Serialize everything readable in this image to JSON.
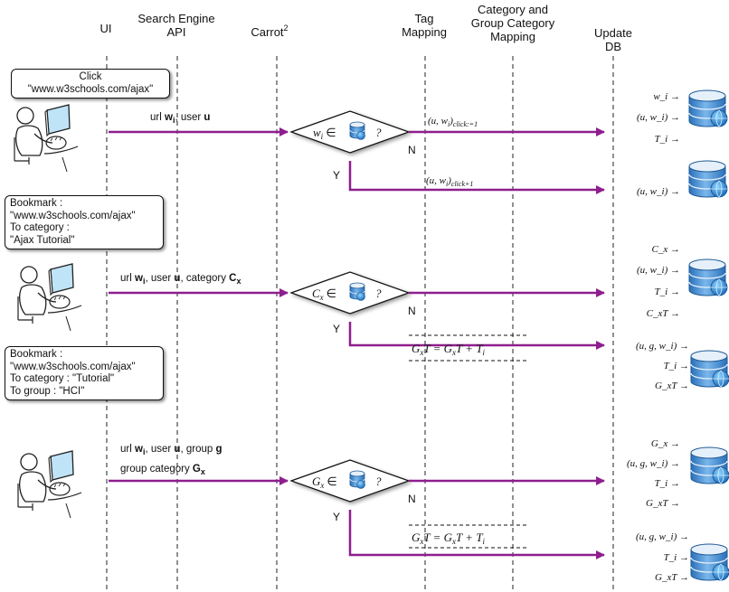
{
  "lanes": {
    "ui": "UI",
    "search_line1": "Search Engine",
    "search_line2": "API",
    "carrot": "Carrot",
    "carrot_sup": "2",
    "tag_line1": "Tag",
    "tag_line2": "Mapping",
    "cat_line1": "Category and",
    "cat_line2": "Group Category",
    "cat_line3": "Mapping",
    "update_line1": "Update",
    "update_line2": "DB"
  },
  "notes": {
    "click": [
      "Click",
      "\"www.w3schools.com/ajax\""
    ],
    "bookmark_category": [
      "Bookmark :",
      "\"www.w3schools.com/ajax\"",
      "To category :",
      "\"Ajax Tutorial\""
    ],
    "bookmark_group": [
      "Bookmark :",
      "\"www.w3schools.com/ajax\"",
      "To category : \"Tutorial\"",
      "To group : \"HCI\""
    ]
  },
  "messages": {
    "m1": {
      "url": "url ",
      "w": "w",
      "wsub": "i",
      "user": ", user ",
      "u": "u"
    },
    "m2": {
      "url": "url ",
      "w": "w",
      "wsub": "i",
      "user": ", user ",
      "u": "u",
      "cat": ", category ",
      "c": "C",
      "csub": "x"
    },
    "m3": {
      "url": "url ",
      "w": "w",
      "wsub": "i",
      "user": ", user ",
      "u": "u",
      "grp": ", group ",
      "g": "g",
      "line2": "group category ",
      "G": "G",
      "Gsub": "x"
    }
  },
  "decisions": {
    "d1": {
      "var": "w",
      "sub": "i",
      "op": "∈",
      "q": "?"
    },
    "d2": {
      "var": "C",
      "sub": "x",
      "op": "∈",
      "q": "?"
    },
    "d3": {
      "var": "G",
      "sub": "x",
      "op": "∈",
      "q": "?"
    },
    "yes": "Y",
    "no": "N"
  },
  "flow_labels": {
    "click_eq": "(u, w",
    "click_eq_sub": "i",
    "click_eq_tail": ")",
    "click_eq_script": "click:=1",
    "click_inc_script": "click+1",
    "eq_top": "G",
    "eq_text": "T = G",
    "eq_tail": "T + T"
  },
  "db_labels": {
    "g1": [
      "w_i →",
      "(u, w_i) →",
      "T_i →"
    ],
    "g2": [
      "(u, w_i) →"
    ],
    "g3": [
      "C_x →",
      "(u, w_i) →",
      "T_i →",
      "C_xT →"
    ],
    "g4": [
      "(u, g, w_i) →",
      "T_i →",
      "G_xT →"
    ],
    "g5": [
      "G_x →",
      "(u, g, w_i) →",
      "T_i →",
      "G_xT →"
    ],
    "g6": [
      "(u, g, w_i) →",
      "T_i →",
      "G_xT →"
    ]
  },
  "colors": {
    "flow": "#8e1e8e",
    "db_body": "#3c8fd8",
    "db_top": "#e6f0fa"
  },
  "icons": [
    "user-at-computer-icon",
    "database-icon",
    "globe-icon"
  ]
}
